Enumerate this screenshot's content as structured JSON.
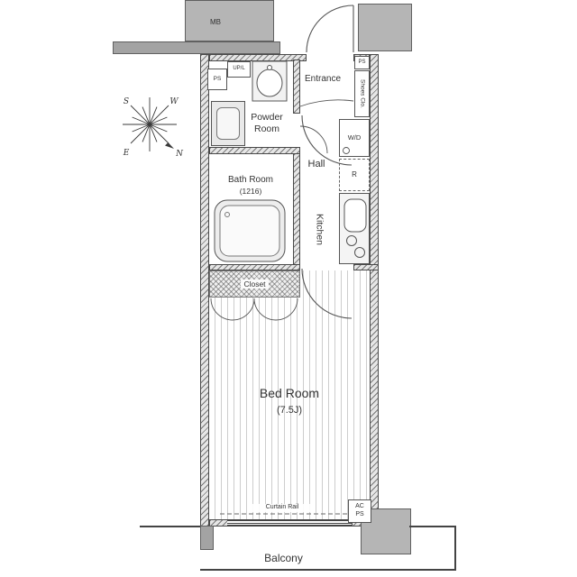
{
  "labels": {
    "mb": "MB",
    "ps_top_left": "PS",
    "ps_top_right": "PS",
    "upl": "UP/L",
    "entrance": "Entrance",
    "shoes_closet": "Shoes Clo.",
    "powder_room": "Powder Room",
    "bath_room": "Bath Room",
    "bath_room_size": "(1216)",
    "hall": "Hall",
    "washer_dryer": "W/D",
    "refrigerator": "R",
    "kitchen": "Kitchen",
    "closet": "Closet",
    "bed_room": "Bed Room",
    "bed_room_size": "(7.5J)",
    "curtain_rail": "Curtain Rail",
    "ac": "AC",
    "ps_bottom": "PS",
    "balcony": "Balcony"
  },
  "compass": {
    "north": "N",
    "south": "S",
    "east": "E",
    "west": "W"
  },
  "colors": {
    "wall_hatch_line": "#777777",
    "wall_hatch_bg": "#e6e6e6",
    "wall_outline": "#4a4a4a",
    "slab_gray": "#b5b5b5",
    "slab_gray_dark": "#a3a3a3",
    "floor_stripe": "#cdcdcd",
    "text": "#333333"
  }
}
